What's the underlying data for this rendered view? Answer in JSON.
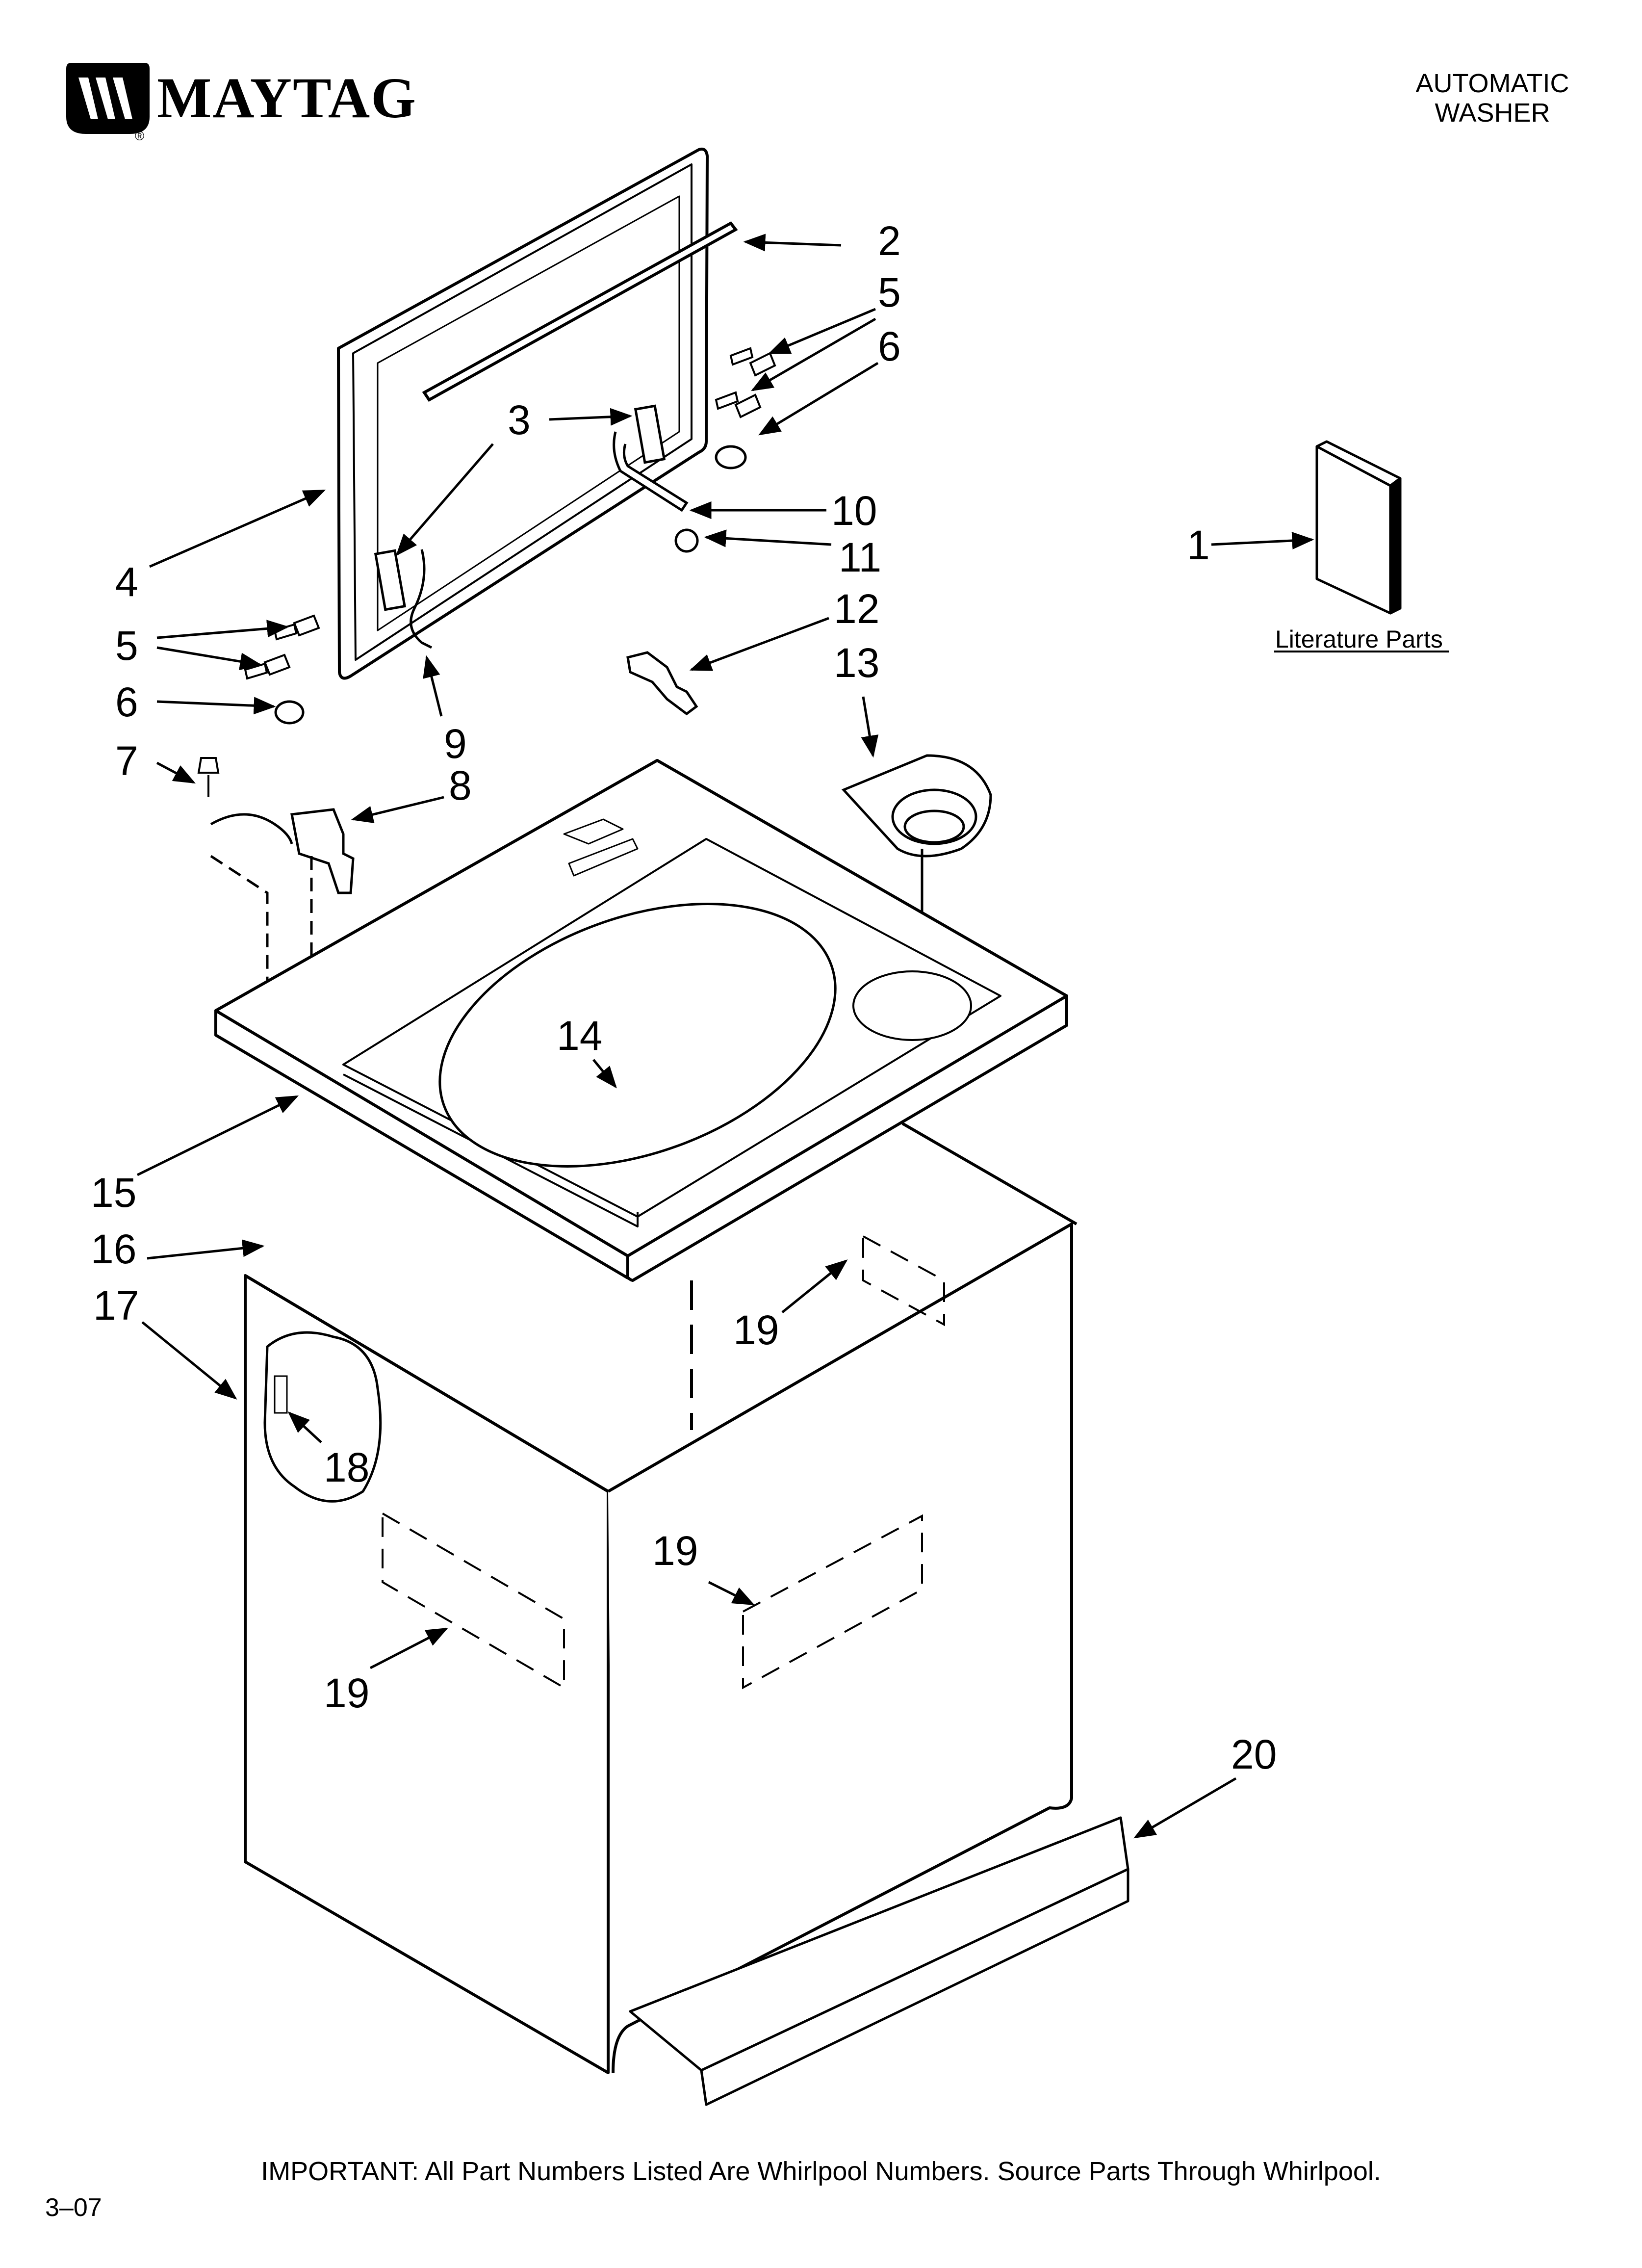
{
  "brand": {
    "name": "MAYTAG",
    "registered_mark": "®"
  },
  "header": {
    "line1": "AUTOMATIC",
    "line2": "WASHER"
  },
  "literature": {
    "label": "Literature Parts"
  },
  "callouts": {
    "c1": "1",
    "c2": "2",
    "c3": "3",
    "c4": "4",
    "c5": "5",
    "c6": "6",
    "c7": "7",
    "c8": "8",
    "c9": "9",
    "c10": "10",
    "c11": "11",
    "c12": "12",
    "c13": "13",
    "c14": "14",
    "c15": "15",
    "c16": "16",
    "c17": "17",
    "c18": "18",
    "c19": "19",
    "c20": "20"
  },
  "footer": {
    "important": "IMPORTANT: All Part Numbers Listed Are Whirlpool Numbers. Source Parts Through Whirlpool.",
    "date_code": "3–07"
  }
}
